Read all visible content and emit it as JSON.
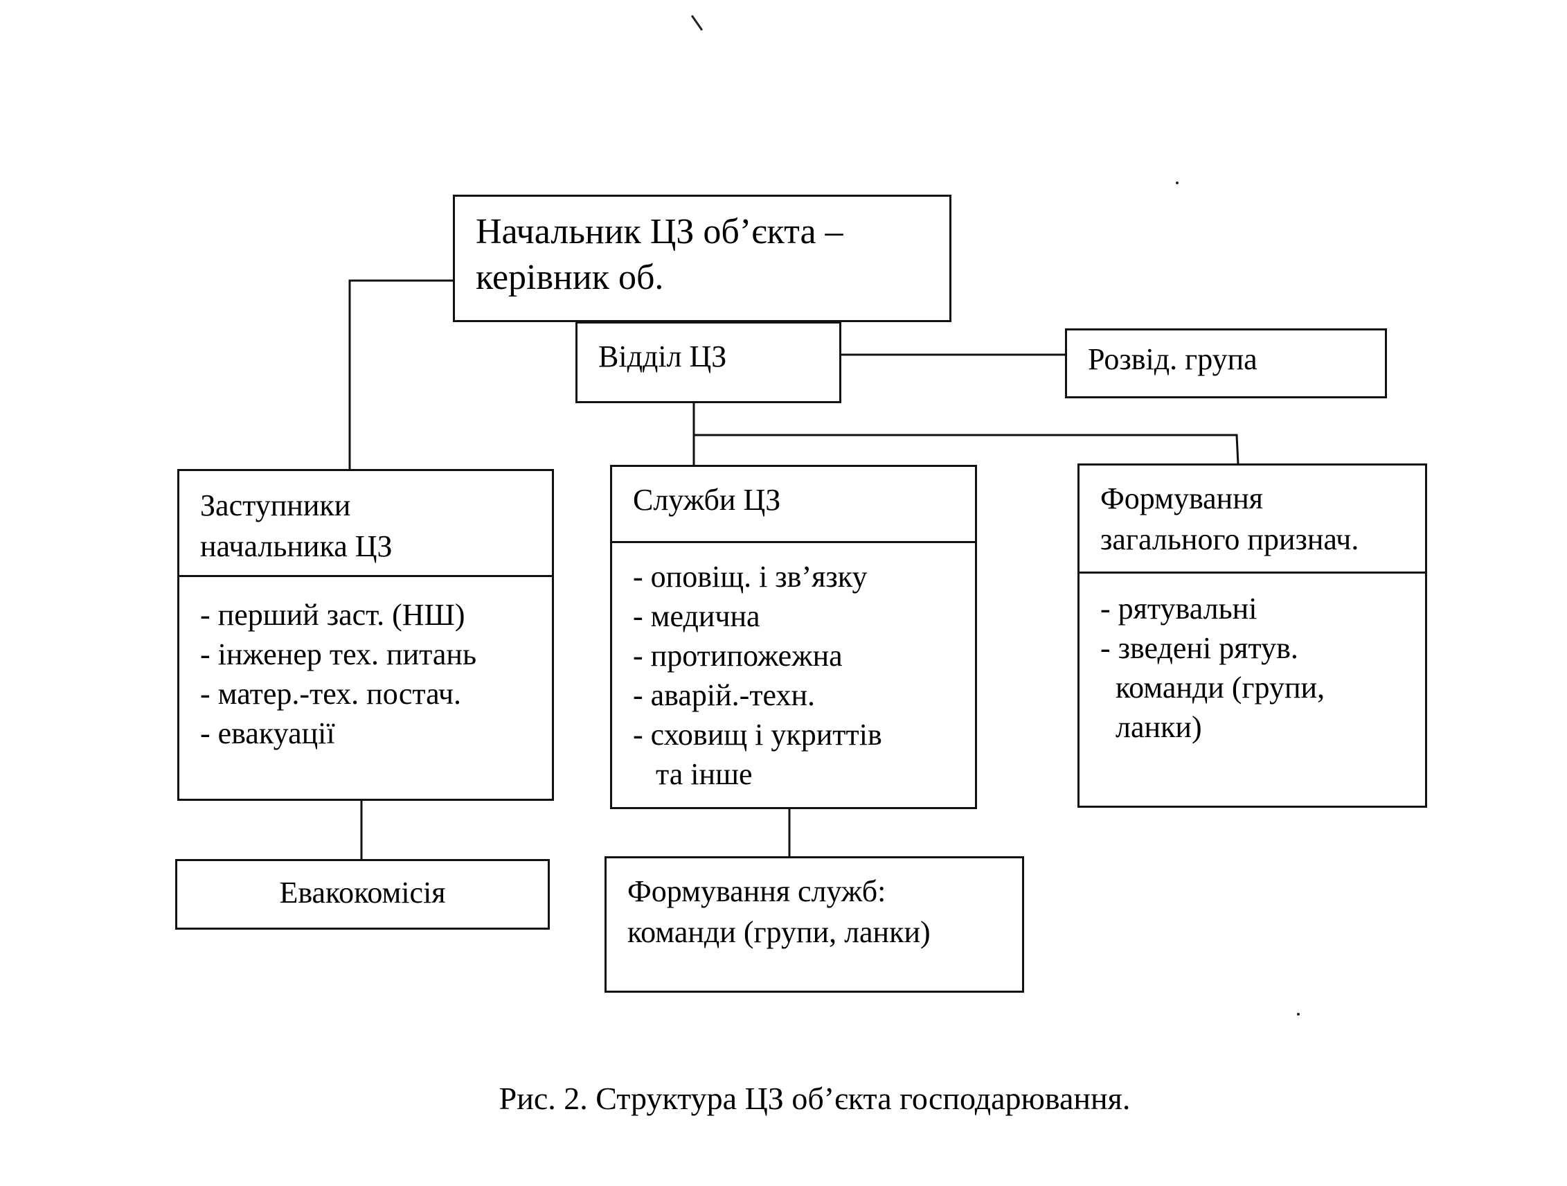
{
  "nodes": {
    "chief": {
      "lines": [
        "Начальник ЦЗ об’єкта –",
        "керівник об."
      ]
    },
    "department": {
      "label": "Відділ ЦЗ"
    },
    "recon": {
      "label": "Розвід. група"
    },
    "deputies": {
      "title_lines": [
        "Заступники",
        "начальника ЦЗ"
      ],
      "items": [
        "- перший заст. (НШ)",
        "- інженер тех. питань",
        "- матер.-тех. постач.",
        "- евакуації"
      ]
    },
    "services": {
      "title": "Служби ЦЗ",
      "items": [
        "- оповіщ. і зв’язку",
        "- медична",
        "- протипожежна",
        "- аварій.-техн.",
        "- сховищ і укриттів",
        "   та інше"
      ]
    },
    "general_units": {
      "title_lines": [
        "Формування",
        "загального признач."
      ],
      "items": [
        "- рятувальні",
        "- зведені рятув.",
        "  команди (групи,",
        "  ланки)"
      ]
    },
    "evac": {
      "label": "Евакокомісія"
    },
    "service_units": {
      "lines": [
        "Формування служб:",
        "команди (групи, ланки)"
      ]
    }
  },
  "caption": "Рис. 2. Структура ЦЗ об’єкта господарювання.",
  "colors": {
    "line": "#111111",
    "background": "#ffffff",
    "text": "#000000"
  }
}
